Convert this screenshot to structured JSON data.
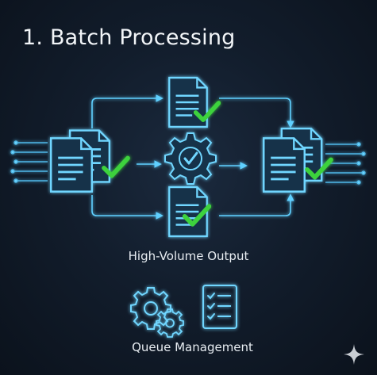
{
  "title": "1. Batch Processing",
  "labels": {
    "output": "High-Volume Output",
    "queue": "Queue Management"
  },
  "icons": {
    "input_docs": "document-stack-icon",
    "top_doc": "document-check-icon",
    "bottom_doc": "document-check-icon",
    "center": "gear-check-icon",
    "output_docs": "document-stack-icon",
    "queue_gears": "gears-icon",
    "queue_list": "checklist-icon",
    "corner": "sparkle-icon"
  },
  "colors": {
    "accent": "#5fd0ff",
    "check": "#3ed23c",
    "background": "#121d2c"
  }
}
